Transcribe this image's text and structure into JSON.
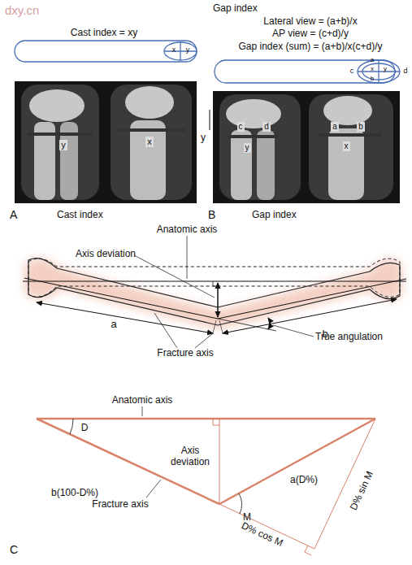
{
  "diagram": {
    "labels": [
      "dxy.cn",
      "Cast index = xy",
      "x",
      "y",
      "y",
      "x",
      "Gap index",
      "Lateral view = (a+b)/x",
      "AP view = (c+d)/y",
      "Gap index (sum) = (a+b)/x(c+d)/y",
      "a",
      "x",
      "y",
      "b",
      "c",
      "d",
      "y",
      "c",
      "d",
      "y",
      "a",
      "b",
      "x",
      "A",
      "Cast index",
      "B",
      "Gap index",
      "Anatomic axis",
      "Axis deviation",
      "a",
      "b",
      "Fracture axis",
      "True angulation",
      "Anatomic axis",
      "D",
      "Axis deviation",
      "b(100-D%)",
      "a(D%)",
      "Fracture axis",
      "M",
      "D% sin M",
      "D% cos M",
      "C"
    ]
  }
}
